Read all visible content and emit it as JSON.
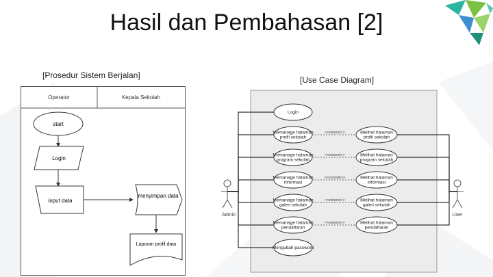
{
  "slide": {
    "title": "Hasil dan Pembahasan [2]"
  },
  "left": {
    "caption": "[Prosedur Sistem Berjalan]",
    "lanes": [
      "Operator",
      "Kepala Sekolah"
    ],
    "nodes": {
      "start": "start",
      "login": "Login",
      "input": "input data",
      "save": "menyimpan data",
      "report": "Laporan profil data"
    }
  },
  "right": {
    "caption": "[Use Case Diagram]",
    "actors": {
      "admin": "Admin",
      "user": "User"
    },
    "admin_usecases": [
      "Login",
      "Memanage halaman profil sekolah",
      "Memanage halaman program sekolah",
      "Memanage halaman informasi",
      "Memanage halaman galeri sekolah",
      "Memanage halaman pendaftaran",
      "Mengubah password"
    ],
    "user_usecases": [
      "Melihat halaman profil sekolah",
      "Melihat halaman program sekolah",
      "Melihat halaman informasi",
      "Melihat halaman galeri sekolah",
      "Melihat halaman pendaftaran"
    ],
    "relations": [
      "extend",
      "extend",
      "include",
      "extend",
      "extend"
    ]
  },
  "colors": {
    "accent_teal": "#2bb5a0",
    "accent_green": "#7cc242",
    "accent_blue": "#3d8fd1"
  }
}
